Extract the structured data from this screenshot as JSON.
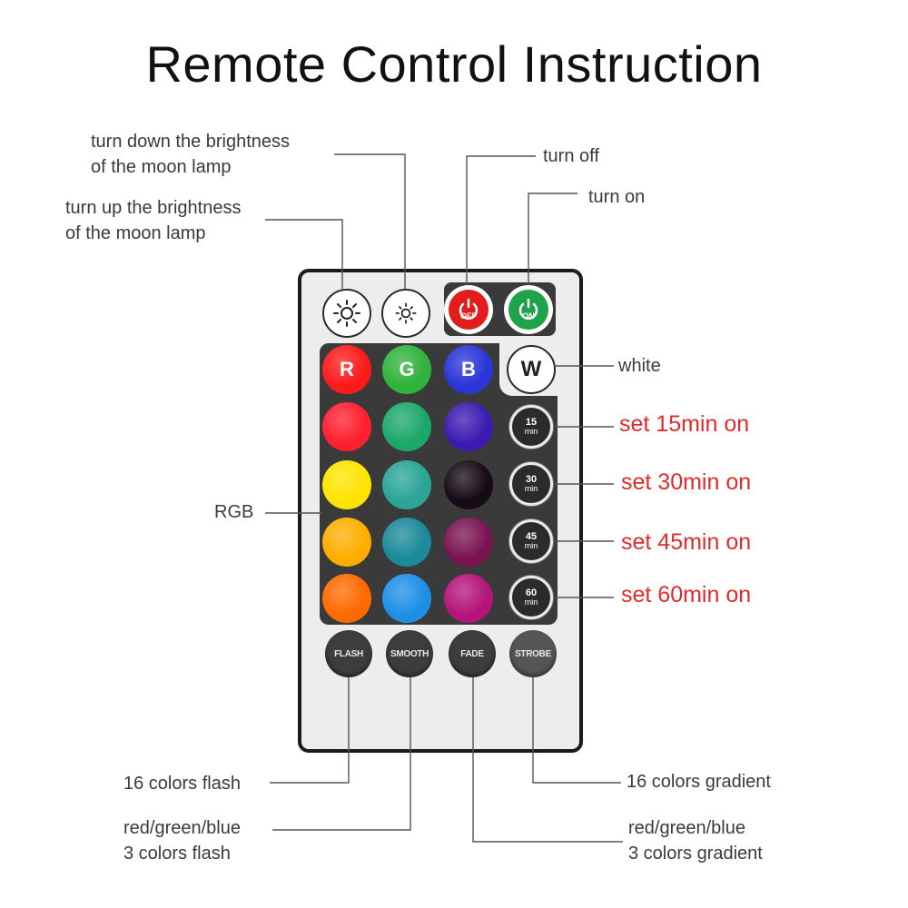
{
  "title": "Remote Control Instruction",
  "labels": {
    "brightness_down": [
      "turn down the brightness",
      "of the moon lamp"
    ],
    "brightness_up": [
      "turn up the brightness",
      "of the moon lamp"
    ],
    "turn_off": "turn off",
    "turn_on": "turn on",
    "white": "white",
    "timer_15": "set 15min on",
    "timer_30": "set 30min on",
    "timer_45": "set 45min on",
    "timer_60": "set 60min on",
    "rgb": "RGB",
    "flash": "16 colors flash",
    "smooth": [
      "red/green/blue",
      "3 colors flash"
    ],
    "fade": [
      "red/green/blue",
      "3 colors gradient"
    ],
    "strobe": "16 colors gradient"
  },
  "buttons": {
    "off": "OFF",
    "on": "ON",
    "r": "R",
    "g": "G",
    "b": "B",
    "w": "W",
    "t15": [
      "15",
      "min"
    ],
    "t30": [
      "30",
      "min"
    ],
    "t45": [
      "45",
      "min"
    ],
    "t60": [
      "60",
      "min"
    ],
    "flash": "FLASH",
    "smooth": "SMOOTH",
    "fade": "FADE",
    "strobe": "STROBE"
  },
  "colors": {
    "accent_red": "#e12b2b",
    "row1": [
      "#ff1a1a",
      "#2fb33a",
      "#2a35d8"
    ],
    "row2": [
      "#ff1f2f",
      "#1ca86a",
      "#3c1bb0"
    ],
    "row3": [
      "#ffe400",
      "#2aa596",
      "#160b16"
    ],
    "row4": [
      "#ffae00",
      "#1b8a99",
      "#7a1552"
    ],
    "row5": [
      "#ff6a00",
      "#1f8fe6",
      "#b3157a"
    ]
  }
}
